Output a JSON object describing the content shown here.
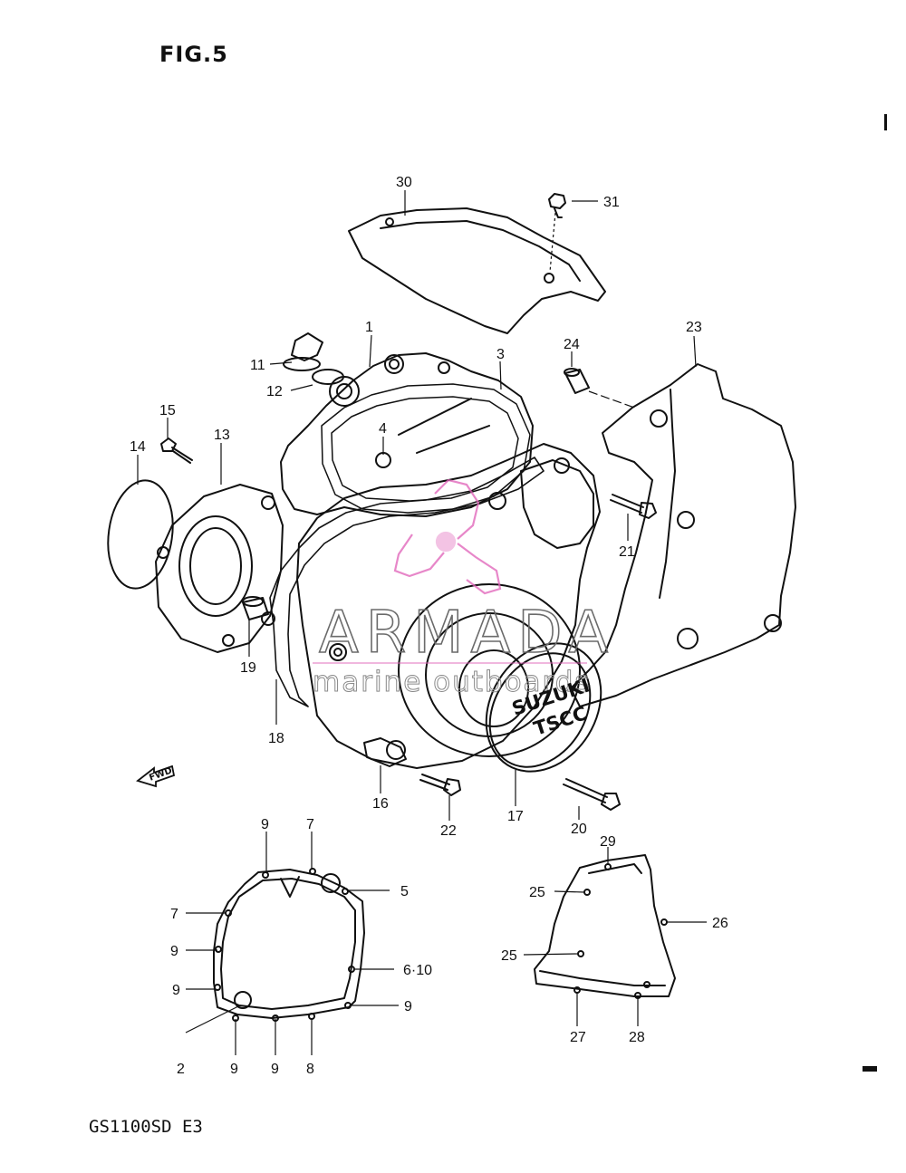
{
  "figure_title": "FIG.5",
  "model_code": "GS1100SD E3",
  "watermark": {
    "brand": "ARMADA",
    "tagline": "marine outboards",
    "accent": "#e060b8"
  },
  "badge": {
    "line1": "SUZUKI",
    "line2": "TSCC"
  },
  "fwd_arrow": "FWD",
  "callouts": {
    "c1": "1",
    "c3": "3",
    "c4": "4",
    "c11": "11",
    "c12": "12",
    "c13": "13",
    "c14": "14",
    "c15": "15",
    "c16": "16",
    "c17": "17",
    "c18": "18",
    "c19": "19",
    "c20": "20",
    "c21": "21",
    "c22": "22",
    "c23": "23",
    "c24": "24",
    "c30": "30",
    "c31": "31",
    "g9a": "9",
    "g7a": "7",
    "g5": "5",
    "g7b": "7",
    "g9b": "9",
    "g610": "6·10",
    "g9c": "9",
    "g9d": "9",
    "g2": "2",
    "g9e": "9",
    "g9f": "9",
    "g8": "8",
    "s29": "29",
    "s25a": "25",
    "s26": "26",
    "s25b": "25",
    "s27": "27",
    "s28": "28"
  }
}
